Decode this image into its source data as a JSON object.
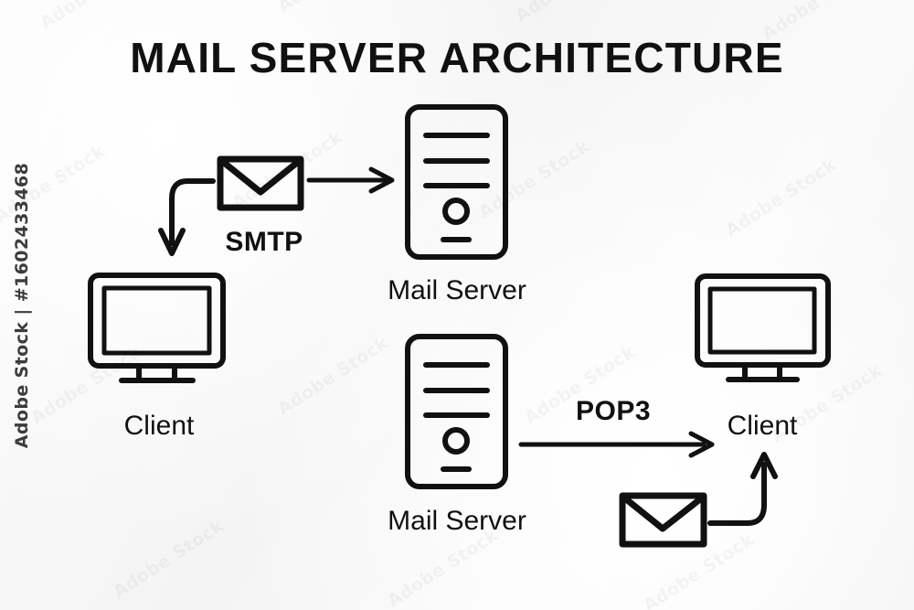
{
  "title": "MAIL SERVER ARCHITECTURE",
  "background_color": "#f7f7f7",
  "ink_color": "#111111",
  "watermark": {
    "text": "Adobe Stock | #1602433468",
    "tile_text": "Adobe Stock"
  },
  "nodes": [
    {
      "id": "client-left",
      "icon": "monitor-icon",
      "label": "Client"
    },
    {
      "id": "mail-server-top",
      "icon": "server-icon",
      "label": "Mail Server"
    },
    {
      "id": "mail-server-bottom",
      "icon": "server-icon",
      "label": "Mail Server"
    },
    {
      "id": "client-right",
      "icon": "monitor-icon",
      "label": "Client"
    }
  ],
  "messages": [
    {
      "id": "envelope-top",
      "icon": "envelope-icon",
      "protocol": "SMTP"
    },
    {
      "id": "envelope-bottom",
      "icon": "envelope-icon",
      "protocol": "POP3"
    }
  ],
  "flows": [
    {
      "id": "flow-smtp-send",
      "label": "SMTP",
      "from": "envelope-top",
      "to": "mail-server-top",
      "shape": "straight-arrow-right"
    },
    {
      "id": "flow-smtp-compose",
      "label": "",
      "from": "envelope-top",
      "to": "client-left",
      "shape": "curved-arrow-down"
    },
    {
      "id": "flow-pop3-deliver",
      "label": "POP3",
      "from": "mail-server-bottom",
      "to": "client-right",
      "shape": "straight-arrow-right"
    },
    {
      "id": "flow-pop3-receive",
      "label": "",
      "from": "envelope-bottom",
      "to": "client-right",
      "shape": "curved-arrow-up"
    }
  ]
}
